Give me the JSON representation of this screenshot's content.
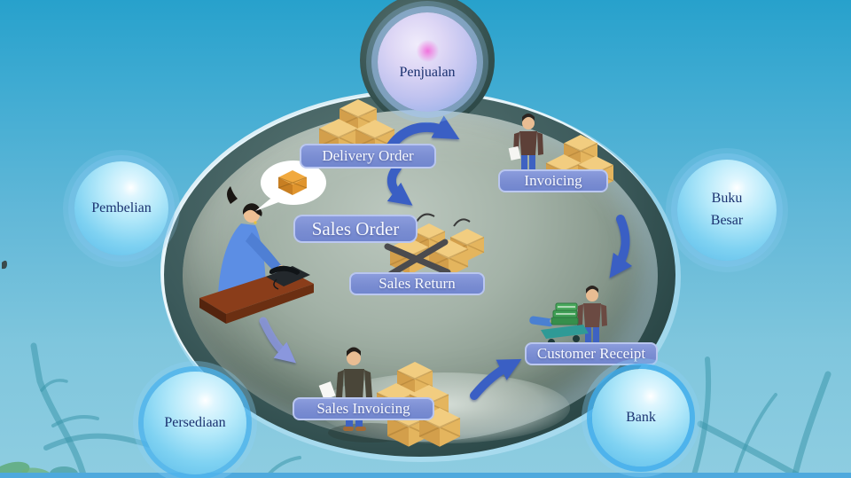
{
  "bubbles": [
    {
      "id": "penjualan",
      "label": "Penjualan"
    },
    {
      "id": "pembelian",
      "label": "Pembelian"
    },
    {
      "id": "buku-besar",
      "label": "Buku Besar",
      "line1": "Buku",
      "line2": "Besar"
    },
    {
      "id": "persediaan",
      "label": "Persediaan"
    },
    {
      "id": "bank",
      "label": "Bank"
    }
  ],
  "steps": [
    {
      "id": "delivery-order",
      "label": "Delivery Order"
    },
    {
      "id": "invoicing",
      "label": "Invoicing"
    },
    {
      "id": "sales-order",
      "label": "Sales Order"
    },
    {
      "id": "sales-return",
      "label": "Sales Return"
    },
    {
      "id": "customer-receipt",
      "label": "Customer Receipt"
    },
    {
      "id": "sales-invoicing",
      "label": "Sales Invoicing"
    }
  ],
  "colors": {
    "background_top": "#27a1cc",
    "background_bottom": "#8ecde1",
    "bottom_stripe": "#4ea9dd",
    "platform_rim": "#2e4b4d",
    "platform_surface": "#8fa196",
    "step_label_fill": "#7b8ed4",
    "step_label_border": "#c4d0f4",
    "step_label_text": "#f7f9ff",
    "bubble_text": "#1b3270",
    "bubble_cyan": "#7fd2f2",
    "bubble_lavender": "#ddd6f5",
    "bubble_pink_glow": "#f25fd8",
    "arrow_blue": "#3a5fc4",
    "decor_teal": "#3d98ac",
    "carton_tan": "#e4b55e"
  },
  "icons": [
    "carton-boxes-icon",
    "crossed-carton-boxes-icon",
    "speech-bubble-carton-icon",
    "telephone-icon",
    "cash-cart-icon",
    "curved-flow-arrow-icon",
    "teal-branch-decor",
    "receptionist-figure",
    "invoicing-worker-figure",
    "receipt-worker-figure",
    "sales-invoicing-worker-figure"
  ]
}
